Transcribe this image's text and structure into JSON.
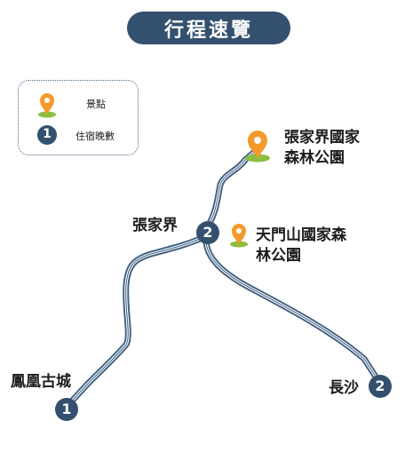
{
  "title": "行程速覽",
  "legend": {
    "attraction_label": "景點",
    "nights_label": "住宿晚數",
    "nights_example": "1"
  },
  "places": {
    "zhangjiajie_park": {
      "line1": "張家界國家",
      "line2": "森林公園"
    },
    "zhangjiajie": {
      "name": "張家界",
      "nights": "2"
    },
    "tianmen": {
      "line1": "天門山國家森",
      "line2": "林公園"
    },
    "fenghuang": {
      "name": "鳳凰古城",
      "nights": "1"
    },
    "changsha": {
      "name": "長沙",
      "nights": "2"
    }
  },
  "colors": {
    "navy": "#33506e",
    "route": "#3f5f80",
    "pin_orange": "#f39a2b",
    "pin_green": "#8dbf3f"
  }
}
